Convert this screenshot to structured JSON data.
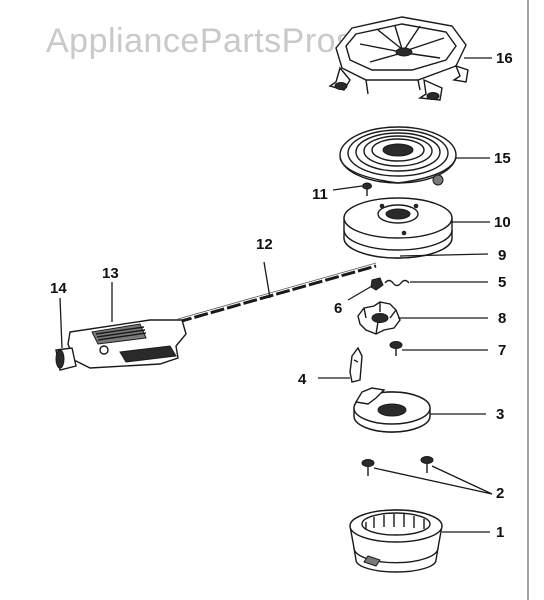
{
  "watermark": "AppliancePartsPros.com",
  "callouts": {
    "p1": "1",
    "p2": "2",
    "p3": "3",
    "p4": "4",
    "p5": "5",
    "p6": "6",
    "p7": "7",
    "p8": "8",
    "p9": "9",
    "p10": "10",
    "p11": "11",
    "p12": "12",
    "p13": "13",
    "p14": "14",
    "p15": "15",
    "p16": "16"
  }
}
